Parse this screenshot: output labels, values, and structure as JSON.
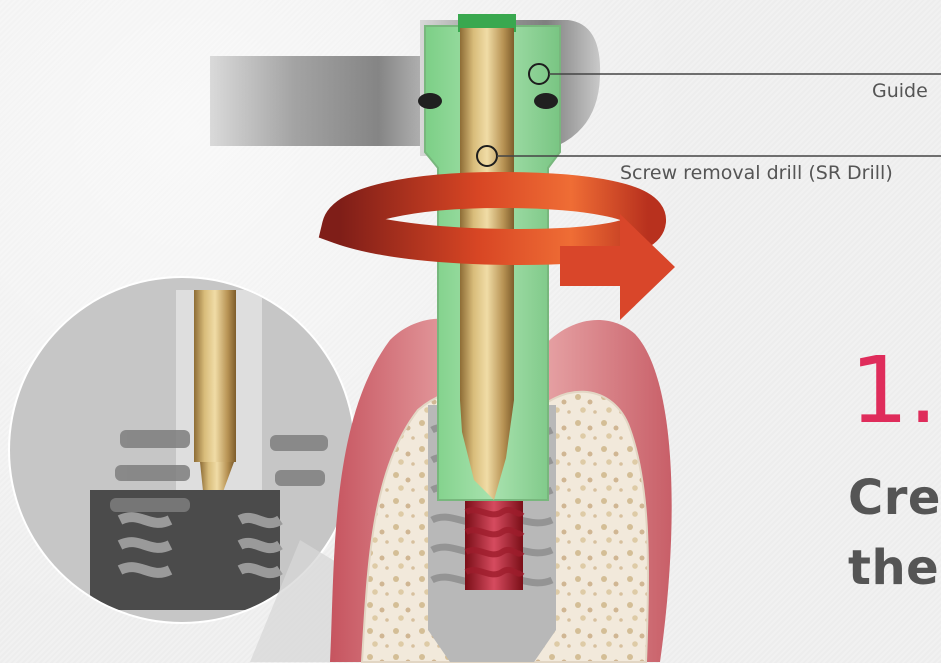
{
  "labels": {
    "guide": "Guide",
    "drill": "Screw removal drill (SR Drill)"
  },
  "step": {
    "number": "1.",
    "title_line_1": "Crea",
    "title_line_2": "the"
  },
  "colors": {
    "accent": "#df2c5b",
    "guide": "#8fd49b",
    "drill": "#c6a465",
    "gum": "#d97a82",
    "bone": "#efe7d8"
  }
}
